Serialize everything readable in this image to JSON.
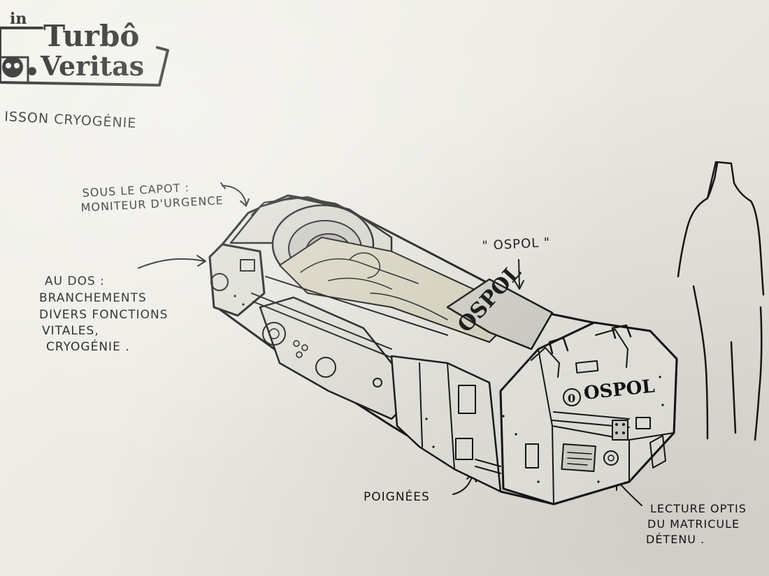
{
  "logo": {
    "small_word": "in",
    "word1": "Turbô",
    "word2": "Veritas"
  },
  "subtitle": "ISSON CRYOGÉNIE",
  "annotations": {
    "capot_line1": "SOUS LE CAPOT :",
    "capot_line2": "MONITEUR D'URGENCE",
    "dos_line1": "AU DOS :",
    "dos_line2": "BRANCHEMENTS",
    "dos_line3": "DIVERS FONCTIONS",
    "dos_line4": "VITALES,",
    "dos_line5": "CRYOGÉNIE .",
    "ospol_quote": "\" OSPOL \"",
    "poignees": "POIGNÉES",
    "lecture_line1": "LECTURE OPTIS",
    "lecture_line2": "DU MATRICULE",
    "lecture_line3": "DÉTENU ."
  },
  "pod_labels": {
    "side": "OSPOL",
    "front": "OSPOL",
    "front_badge": "0"
  },
  "colors": {
    "paper": "#f0efe9",
    "ink": "#161616"
  }
}
